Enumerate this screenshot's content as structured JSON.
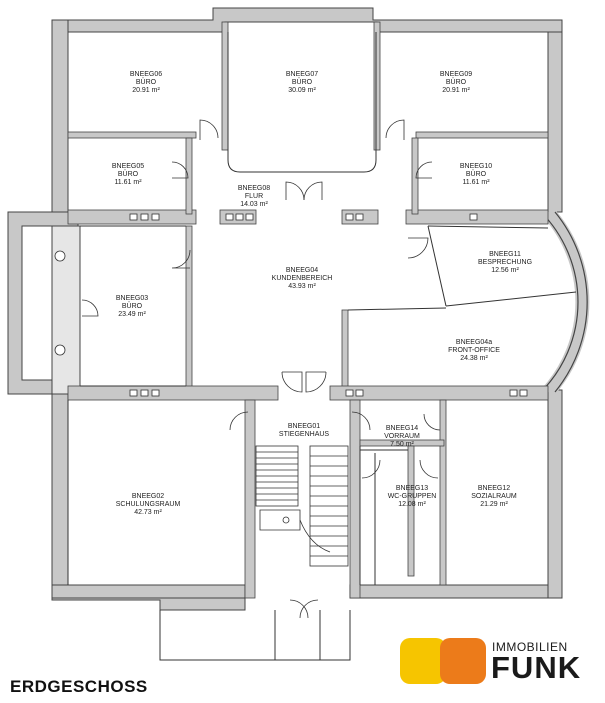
{
  "plan": {
    "title": "ERDGESCHOSS",
    "rooms": [
      {
        "id": "BNEEG06",
        "name": "BÜRO",
        "area": "20.91 m²"
      },
      {
        "id": "BNEEG07",
        "name": "BÜRO",
        "area": "30.09 m²"
      },
      {
        "id": "BNEEG09",
        "name": "BÜRO",
        "area": "20.91 m²"
      },
      {
        "id": "BNEEG05",
        "name": "BÜRO",
        "area": "11.61 m²"
      },
      {
        "id": "BNEEG08",
        "name": "FLUR",
        "area": "14.03 m²"
      },
      {
        "id": "BNEEG10",
        "name": "BÜRO",
        "area": "11.61 m²"
      },
      {
        "id": "BNEEG11",
        "name": "BESPRECHUNG",
        "area": "12.56 m²"
      },
      {
        "id": "BNEEG04",
        "name": "KUNDENBEREICH",
        "area": "43.93 m²"
      },
      {
        "id": "BNEEG03",
        "name": "BÜRO",
        "area": "23.49 m²"
      },
      {
        "id": "BNEEG04a",
        "name": "FRONT-OFFICE",
        "area": "24.38 m²"
      },
      {
        "id": "BNEEG01",
        "name": "STIEGENHAUS",
        "area": ""
      },
      {
        "id": "BNEEG14",
        "name": "VORRAUM",
        "area": "7.50 m²"
      },
      {
        "id": "BNEEG02",
        "name": "SCHULUNGSRAUM",
        "area": "42.73 m²"
      },
      {
        "id": "BNEEG13",
        "name": "WC-GRUPPEN",
        "area": "12.08 m²"
      },
      {
        "id": "BNEEG12",
        "name": "SOZIALRAUM",
        "area": "21.29 m²"
      }
    ]
  },
  "logo": {
    "line1": "IMMOBILIEN",
    "line2": "FUNK",
    "colors": {
      "yellow": "#f6c500",
      "orange": "#ec7b1a"
    }
  },
  "colors": {
    "wall": "#c8c8c8",
    "wall_outline": "#444444",
    "line": "#333333"
  }
}
